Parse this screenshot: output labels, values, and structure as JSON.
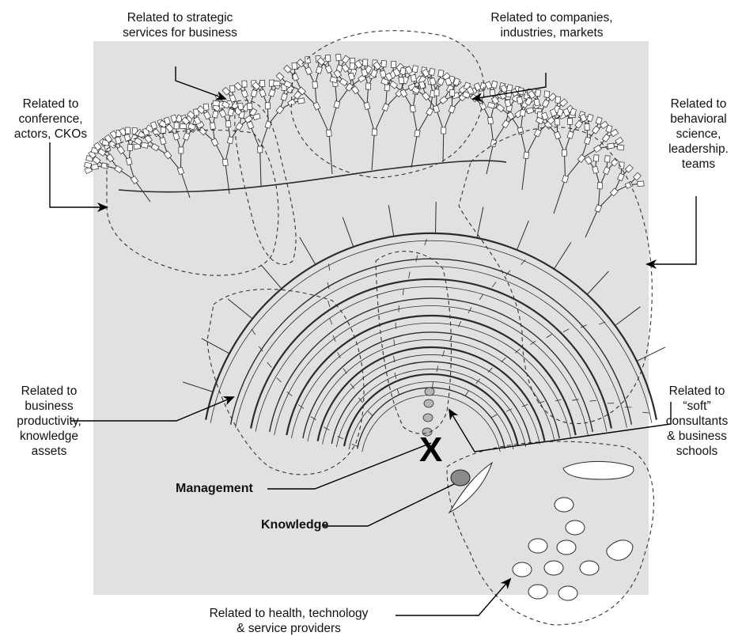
{
  "labels": {
    "strategic": [
      "Related to strategic",
      "services for business"
    ],
    "companies": [
      "Related to companies,",
      "industries, markets"
    ],
    "conference": [
      "Related to",
      "conference,",
      "actors, CKOs"
    ],
    "behavioral": [
      "Related to",
      "behavioral",
      "science,",
      "leadership.",
      "teams"
    ],
    "productivity": [
      "Related to",
      "business",
      "productivity,",
      "knowledge",
      "assets"
    ],
    "soft": [
      "Related to",
      "“soft”",
      "consultants",
      "& business",
      "schools"
    ],
    "health": [
      "Related to health, technology",
      "& service providers"
    ],
    "management": "Management",
    "knowledge": "Knowledge",
    "x_mark": "X"
  },
  "colors": {
    "canvas": "#e1e1e1",
    "line": "#2b2b2b",
    "node_fill": "#ffffff",
    "knowledge_node": "#8a8a8a"
  }
}
